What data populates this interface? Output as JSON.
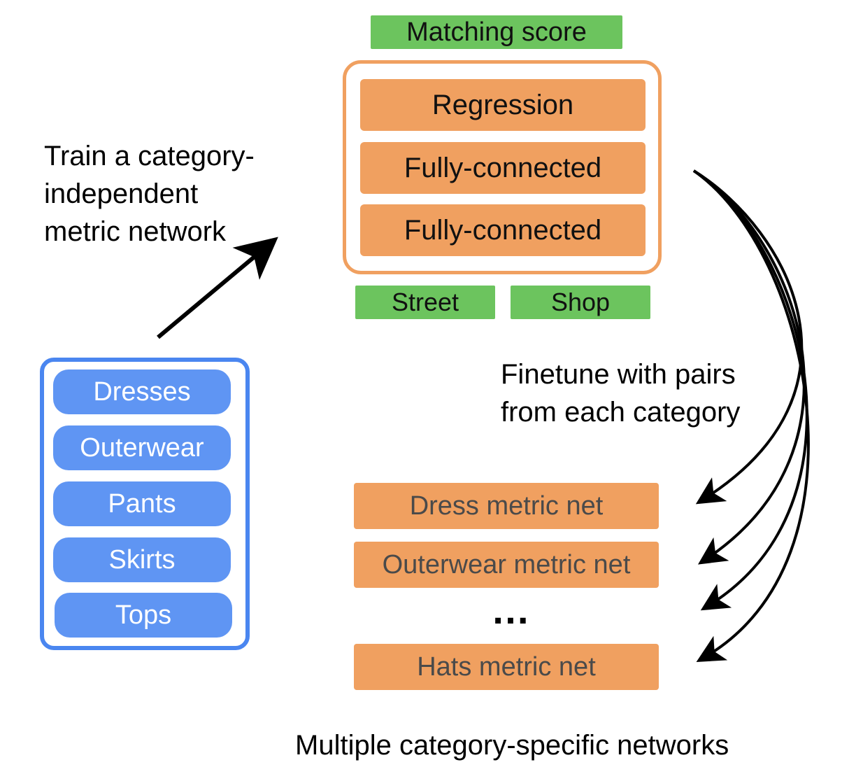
{
  "top_output": {
    "label": "Matching score",
    "color": "#6cc45e"
  },
  "metric_network": {
    "layers": [
      "Regression",
      "Fully-connected",
      "Fully-connected"
    ],
    "border_color": "#f0a060"
  },
  "inputs": [
    "Street",
    "Shop"
  ],
  "train_caption": [
    "Train a category-",
    "independent",
    "metric network"
  ],
  "categories": {
    "items": [
      "Dresses",
      "Outerwear",
      "Pants",
      "Skirts",
      "Tops"
    ],
    "border_color": "#4a86f0",
    "pill_color": "#5f95f3"
  },
  "finetune_caption": [
    "Finetune with pairs",
    "from each category"
  ],
  "specific_nets": {
    "items": [
      "Dress metric net",
      "Outerwear metric net",
      "Hats metric net"
    ],
    "ellipsis": "…",
    "color": "#f0a060"
  },
  "bottom_caption": "Multiple category-specific networks"
}
